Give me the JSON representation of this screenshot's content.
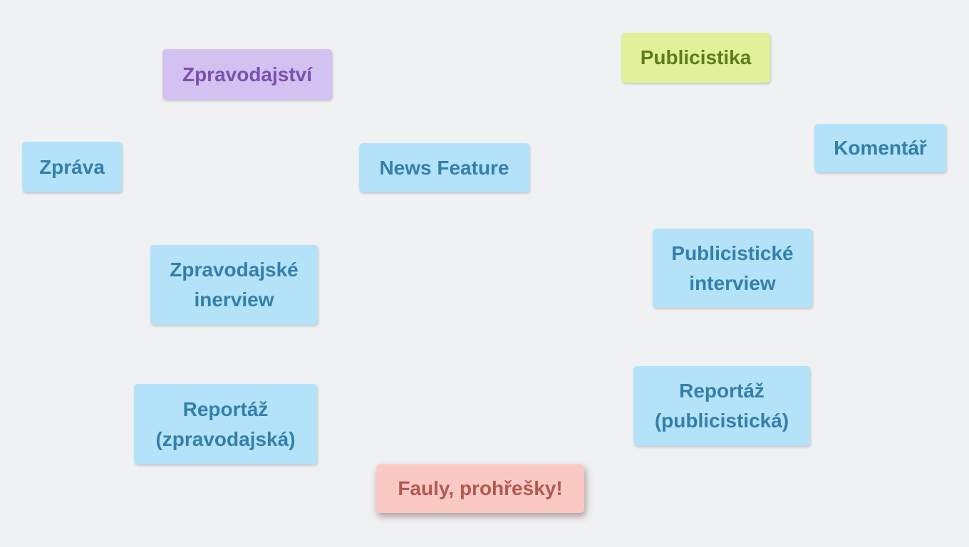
{
  "board": {
    "background": "#f0f1f3",
    "palette": {
      "item_card_bg": "#b4e2f8",
      "item_card_text": "#3380aa",
      "category_news_bg": "#d3c1f1",
      "category_news_text": "#7b51ae",
      "category_publicism_bg": "#e1f099",
      "category_publicism_text": "#5e7d1d",
      "penalty_bg": "#fbc9c4",
      "penalty_text": "#b15950"
    },
    "cards": [
      {
        "label": "Zpravodajství",
        "role": "category",
        "bg": "#d3c1f1",
        "fg": "#7b51ae",
        "shadow": "soft"
      },
      {
        "label": "Publicistika",
        "role": "category",
        "bg": "#e1f099",
        "fg": "#5e7d1d",
        "shadow": "soft"
      },
      {
        "label": "Zpráva",
        "role": "item",
        "bg": "#b4e2f8",
        "fg": "#3380aa",
        "shadow": "soft"
      },
      {
        "label": "News Feature",
        "role": "item",
        "bg": "#b4e2f8",
        "fg": "#3380aa",
        "shadow": "soft"
      },
      {
        "label": "Komentář",
        "role": "item",
        "bg": "#b4e2f8",
        "fg": "#3380aa",
        "shadow": "soft"
      },
      {
        "label": "Zpravodajské inerview",
        "role": "item",
        "bg": "#b4e2f8",
        "fg": "#3380aa",
        "shadow": "soft"
      },
      {
        "label": "Publicistické interview",
        "role": "item",
        "bg": "#b4e2f8",
        "fg": "#3380aa",
        "shadow": "soft"
      },
      {
        "label": "Reportáž (zpravodajská)",
        "role": "item",
        "bg": "#b4e2f8",
        "fg": "#3380aa",
        "shadow": "soft"
      },
      {
        "label": "Reportáž (publicistická)",
        "role": "item",
        "bg": "#b4e2f8",
        "fg": "#3380aa",
        "shadow": "soft"
      },
      {
        "label": "Fauly, prohřešky!",
        "role": "penalty",
        "bg": "#fbc9c4",
        "fg": "#b15950",
        "shadow": "strong"
      }
    ]
  }
}
